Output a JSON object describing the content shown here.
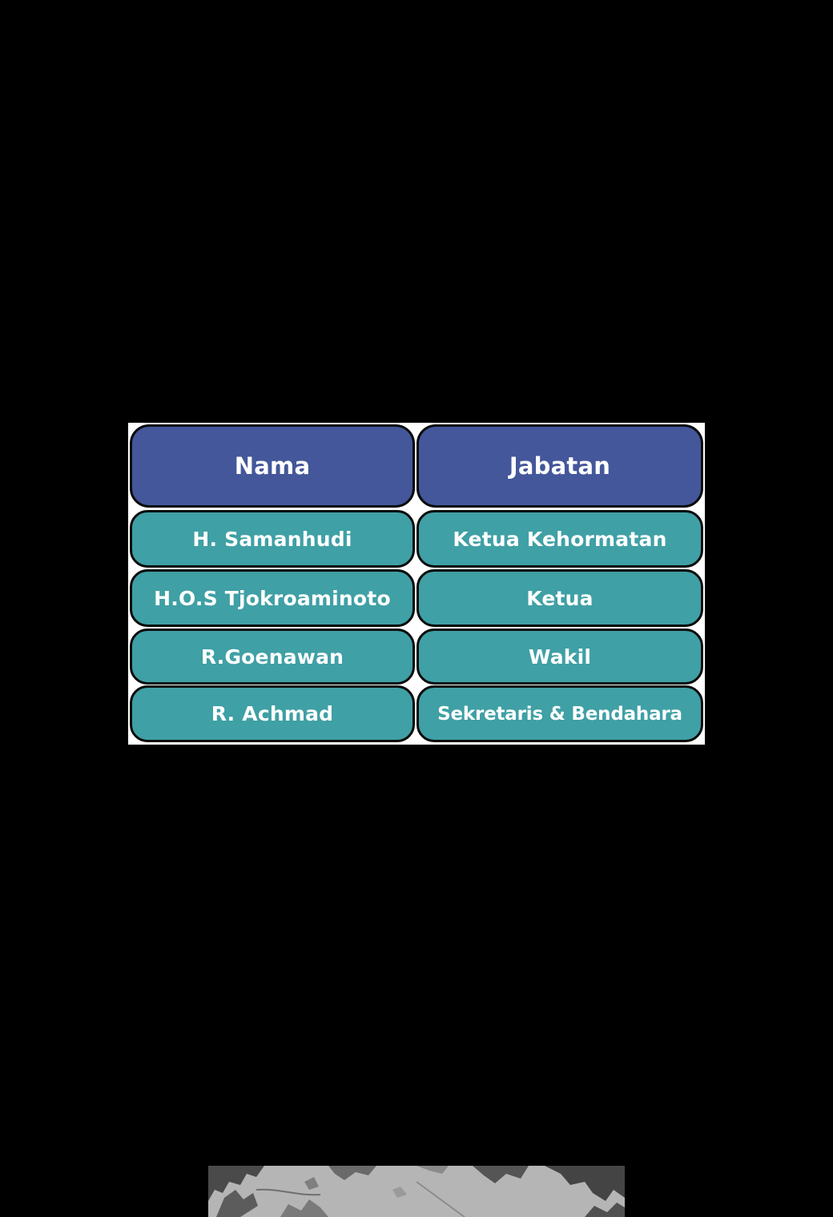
{
  "table": {
    "headers": [
      "Nama",
      "Jabatan"
    ],
    "rows": [
      [
        "H. Samanhudi",
        "Ketua Kehormatan"
      ],
      [
        "H.O.S Tjokroaminoto",
        "Ketua"
      ],
      [
        "R.Goenawan",
        "Wakil"
      ],
      [
        "R. Achmad",
        "Sekretaris & Bendahara"
      ]
    ],
    "colors": {
      "header": "#43579a",
      "body": "#3fa0a5",
      "border": "#0a0a0a",
      "text": "#ffffff"
    }
  }
}
